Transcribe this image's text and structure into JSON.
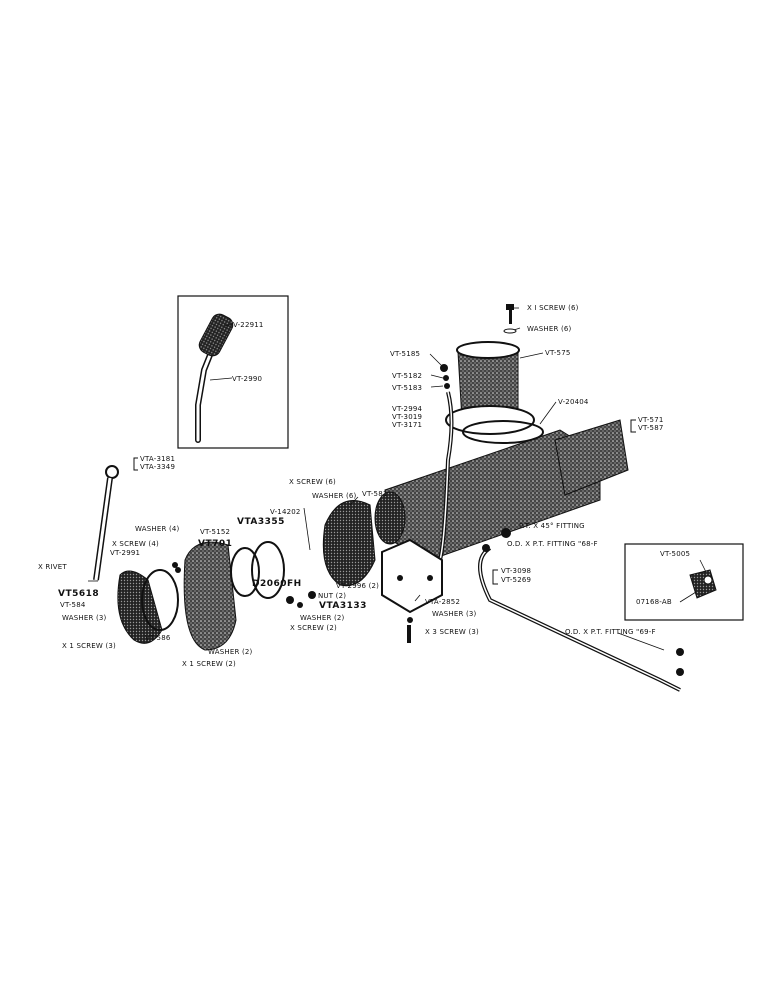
{
  "inset_handle": {
    "labels": [
      "V-22911",
      "VT-2990"
    ]
  },
  "inset_fitting": {
    "labels": [
      "VT-5005",
      "07168-AB"
    ]
  },
  "parts": {
    "screw_top": "X I  SCREW (6)",
    "washer_top": "WASHER (6)",
    "vt575": "VT-575",
    "vt5185": "VT-5185",
    "vt5182": "VT-5182",
    "vt5183": "VT-5183",
    "v20404": "V-20404",
    "vt2994": "VT-2994",
    "vt3019": "VT-3019",
    "vt3171": "VT-3171",
    "vt571": "VT-571",
    "vt587": "VT-587",
    "vta3181": "VTA-3181",
    "vta3349": "VTA-3349",
    "screw_mid": "X  SCREW (6)",
    "washer_mid": "WASHER (6)",
    "vt581": "VT-581",
    "v14202": "V-14202",
    "vta3355": "VTA3355",
    "vt5152": "VT-5152",
    "vt701": "VT701",
    "washer4": "WASHER (4)",
    "screw4": "X  SCREW (4)",
    "vt2991": "VT-2991",
    "rivet": "X  RIVET",
    "vt5618": "VT5618",
    "vt584": "VT-584",
    "washer3": "WASHER (3)",
    "screw3a": "X 1  SCREW (3)",
    "vt586": "VT-586",
    "washer2a": "WASHER (2)",
    "screw2a": "X 1  SCREW (2)",
    "d2060fh": "D2060FH",
    "vt2996": "VT-2996 (2)",
    "vta3133": "VTA3133",
    "nut2": "NUT (2)",
    "washer2b": "WASHER (2)",
    "screw2b": "X  SCREW (2)",
    "vta2852": "VTA-2852",
    "washer3b": "WASHER (3)",
    "screw3b": "X 3  SCREW (3)",
    "pt45": "P.T. X 45° FITTING",
    "fit68": "O.D. X  P.T. FITTING \"68-F",
    "vt3098": "VT-3098",
    "vt5269": "VT-5269",
    "fit69": "O.D. X  P.T. FITTING \"69-F"
  }
}
